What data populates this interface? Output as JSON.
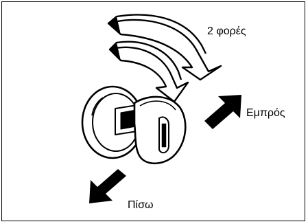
{
  "figure": {
    "labels": {
      "times": "2 φορές",
      "forward": "Εμπρός",
      "back": "Πίσω"
    },
    "icons": {
      "curved_arrows": "curved-turn-arrow-icon",
      "lock": "lock-cylinder-icon",
      "key": "key-icon",
      "forward_arrow": "forward-arrow-icon",
      "back_arrow": "back-arrow-icon"
    },
    "colors": {
      "ink": "#000000",
      "paper": "#ffffff"
    }
  }
}
